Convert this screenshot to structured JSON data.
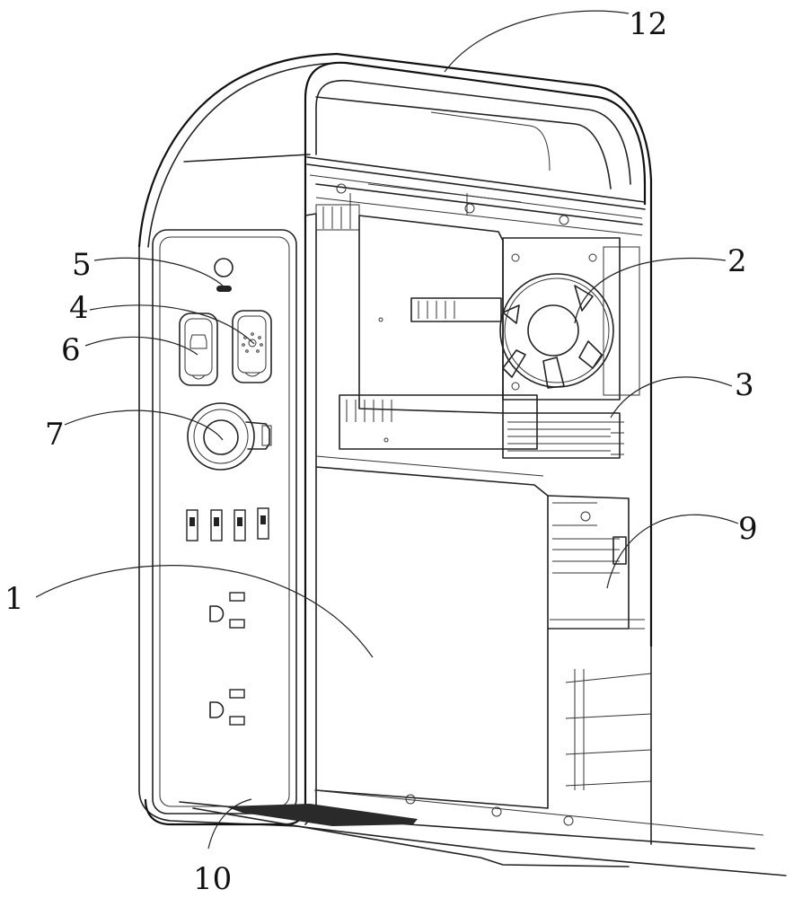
{
  "figure": {
    "type": "patent-drawing",
    "subject": "portable power station, perspective view with side panel removed",
    "callouts": [
      {
        "id": "callout-1",
        "label": "1",
        "target": "battery-pack"
      },
      {
        "id": "callout-2",
        "label": "2",
        "target": "cooling-fan"
      },
      {
        "id": "callout-3",
        "label": "3",
        "target": "heat-sink"
      },
      {
        "id": "callout-4",
        "label": "4",
        "target": "light-switch-button"
      },
      {
        "id": "callout-5",
        "label": "5",
        "target": "indicator-light"
      },
      {
        "id": "callout-6",
        "label": "6",
        "target": "car-output-switch-button"
      },
      {
        "id": "callout-7",
        "label": "7",
        "target": "car-charger-socket"
      },
      {
        "id": "callout-9",
        "label": "9",
        "target": "inverter-board"
      },
      {
        "id": "callout-10",
        "label": "10",
        "target": "bottom-vent-mesh"
      },
      {
        "id": "callout-12",
        "label": "12",
        "target": "carry-handle"
      }
    ],
    "panel": {
      "usb_ports": 4,
      "ac_outlets": 2,
      "buttons": [
        "car",
        "light"
      ]
    }
  }
}
